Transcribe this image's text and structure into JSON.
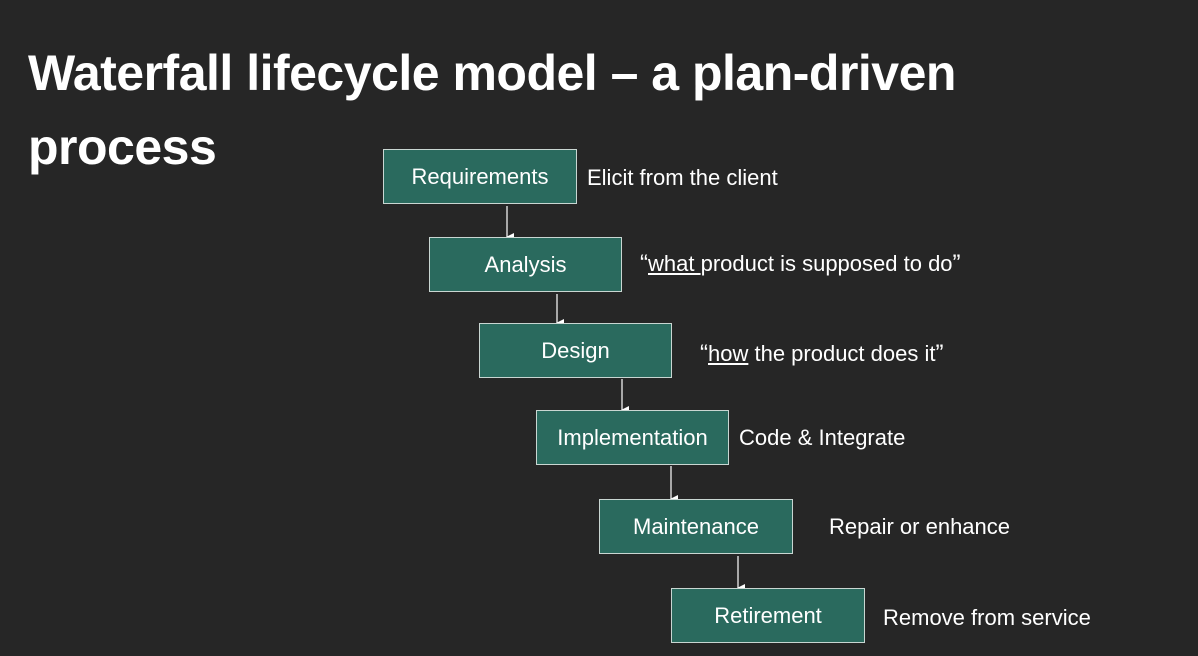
{
  "title": "Waterfall lifecycle model – a plan-driven process",
  "stages": [
    {
      "label": "Requirements"
    },
    {
      "label": "Analysis"
    },
    {
      "label": "Design"
    },
    {
      "label": "Implementation"
    },
    {
      "label": "Maintenance"
    },
    {
      "label": "Retirement"
    }
  ],
  "notes": {
    "requirements": "Elicit from the client",
    "analysis": {
      "open_quote": "“",
      "emphasis": "what ",
      "rest": "product is supposed to do",
      "close_quote": "”"
    },
    "design": {
      "open_quote": "“",
      "emphasis": "how",
      "rest": " the product does it",
      "close_quote": "”"
    },
    "implementation": "Code & Integrate",
    "maintenance": "Repair or enhance",
    "retirement": "Remove from service"
  },
  "colors": {
    "background": "#262626",
    "stage_fill": "#2a6a5e",
    "stage_border": "#c9d6d2",
    "text": "#ffffff"
  }
}
